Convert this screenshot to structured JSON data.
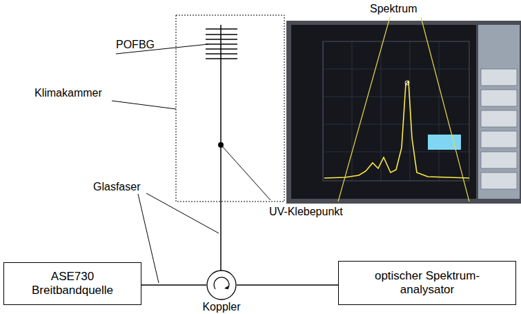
{
  "diagram": {
    "nodes": [
      {
        "text": [
          "ASE730 Breitbandquelle"
        ]
      },
      {
        "text": [
          "Koppler"
        ]
      },
      {
        "text": [
          "optischer Spektrum- analysator"
        ]
      }
    ],
    "edges": [
      {
        "from": 0,
        "to": 1,
        "arrow": "none"
      },
      {
        "from": 1,
        "to": 2,
        "arrow": "none"
      }
    ],
    "labels": [
      "Spektrum",
      "POFBG",
      "Klimakammer",
      "Glasfaser",
      "UV-Klebepunkt"
    ]
  }
}
